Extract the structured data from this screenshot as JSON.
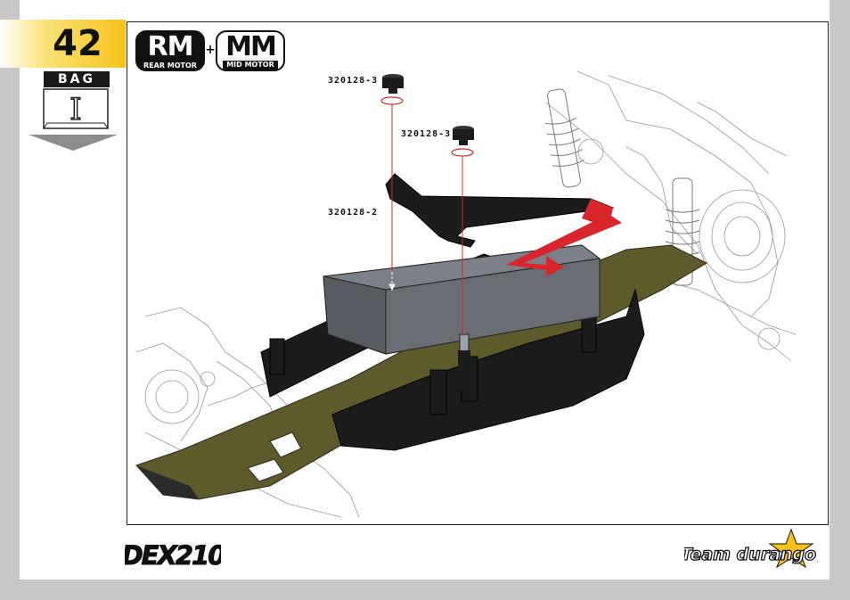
{
  "page": {
    "step_number": "42",
    "bag": {
      "label": "BAG",
      "number": "I"
    }
  },
  "motor_badges": [
    {
      "code": "RM",
      "caption": "REAR MOTOR"
    },
    {
      "code": "MM",
      "caption": "MID MOTOR"
    }
  ],
  "plus_sign": "+",
  "parts": [
    {
      "id": "320128-3",
      "label": "320128-3"
    },
    {
      "id": "320128-3b",
      "label": "320128-3"
    },
    {
      "id": "320128-2",
      "label": "320128-2"
    }
  ],
  "footer": {
    "product_logo": "DEX210",
    "brand_logo": "Team durango"
  },
  "colors": {
    "step_tab": "#f6c21b",
    "arrow_red": "#d9262b",
    "chassis_olive": "#5d5a2c",
    "battery_gray": "#6c6f75"
  }
}
